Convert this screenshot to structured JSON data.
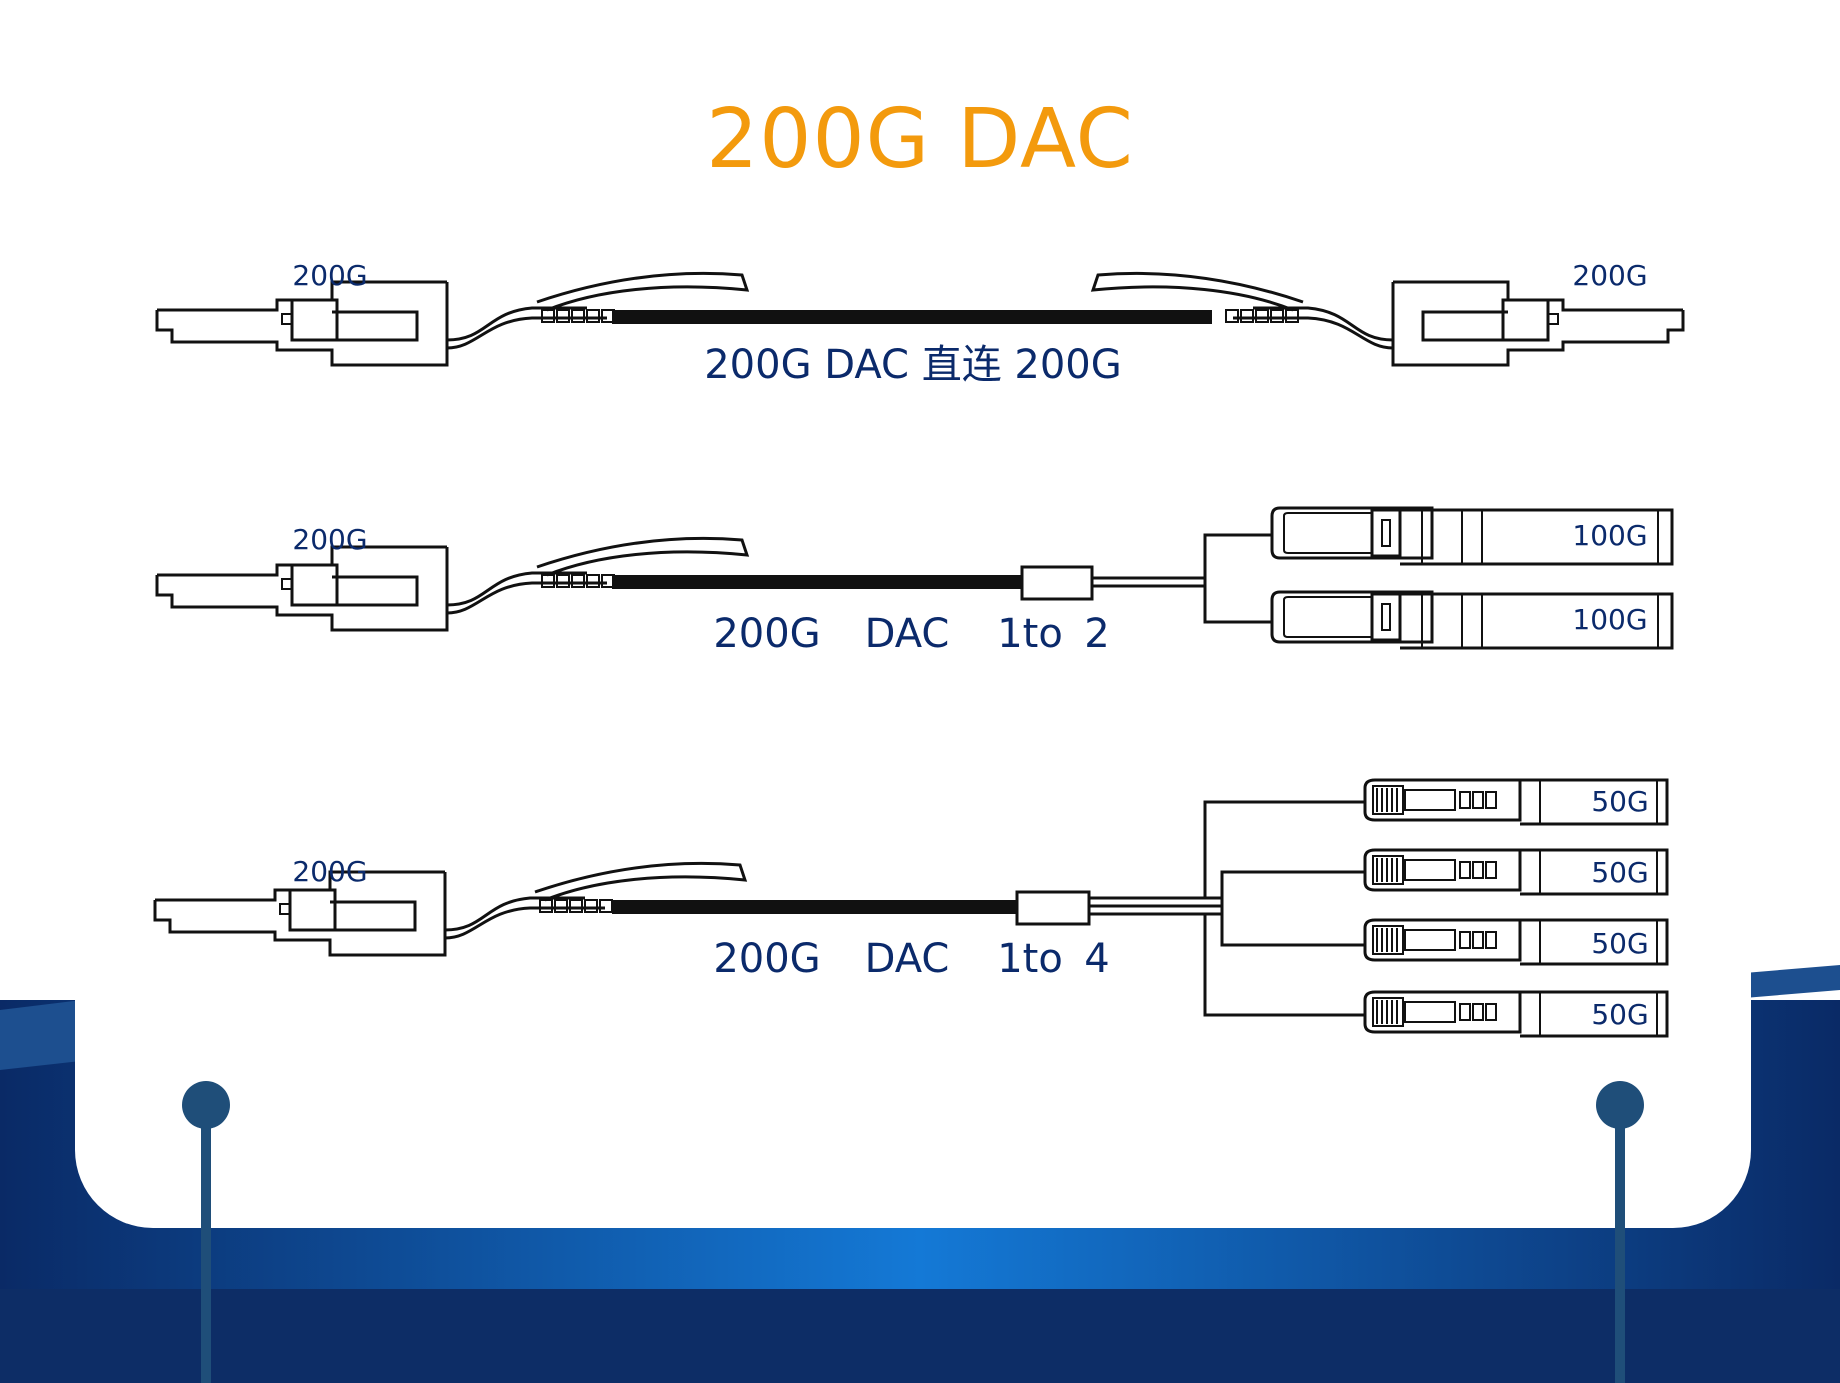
{
  "title": "200G DAC",
  "colors": {
    "accent": "#f39a0d",
    "label": "#0b2a6b",
    "line": "#111111",
    "background": "#0d2d66"
  },
  "rows": [
    {
      "caption": "200G DAC 直连 200G",
      "left_port": "200G",
      "right_port": "200G"
    },
    {
      "caption_parts": [
        "200G",
        "DAC",
        "1to",
        "2"
      ],
      "left_port": "200G",
      "ports": [
        "100G",
        "100G"
      ]
    },
    {
      "caption_parts": [
        "200G",
        "DAC",
        "1to",
        "4"
      ],
      "left_port": "200G",
      "ports": [
        "50G",
        "50G",
        "50G",
        "50G"
      ]
    }
  ]
}
